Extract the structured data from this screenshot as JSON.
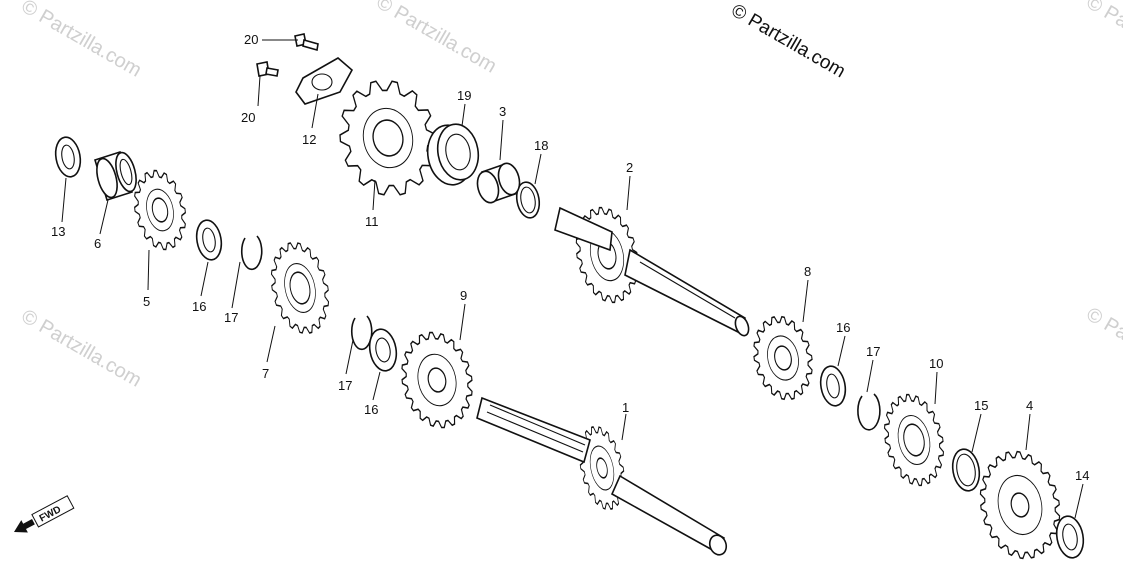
{
  "watermarks": {
    "main": "© Partzilla.com",
    "faint": "© Partzilla.com"
  },
  "fwd_label": "FWD",
  "callouts": [
    {
      "id": "20a",
      "text": "20"
    },
    {
      "id": "20b",
      "text": "20"
    },
    {
      "id": "12",
      "text": "12"
    },
    {
      "id": "19",
      "text": "19"
    },
    {
      "id": "3",
      "text": "3"
    },
    {
      "id": "18",
      "text": "18"
    },
    {
      "id": "11",
      "text": "11"
    },
    {
      "id": "2",
      "text": "2"
    },
    {
      "id": "13",
      "text": "13"
    },
    {
      "id": "6",
      "text": "6"
    },
    {
      "id": "5",
      "text": "5"
    },
    {
      "id": "16a",
      "text": "16"
    },
    {
      "id": "17a",
      "text": "17"
    },
    {
      "id": "7",
      "text": "7"
    },
    {
      "id": "9",
      "text": "9"
    },
    {
      "id": "17b",
      "text": "17"
    },
    {
      "id": "16b",
      "text": "16"
    },
    {
      "id": "8",
      "text": "8"
    },
    {
      "id": "16c",
      "text": "16"
    },
    {
      "id": "17c",
      "text": "17"
    },
    {
      "id": "10",
      "text": "10"
    },
    {
      "id": "15",
      "text": "15"
    },
    {
      "id": "4",
      "text": "4"
    },
    {
      "id": "14",
      "text": "14"
    },
    {
      "id": "1",
      "text": "1"
    }
  ],
  "colors": {
    "line": "#111111",
    "watermark": "#cfcfcf",
    "background": "#ffffff"
  }
}
